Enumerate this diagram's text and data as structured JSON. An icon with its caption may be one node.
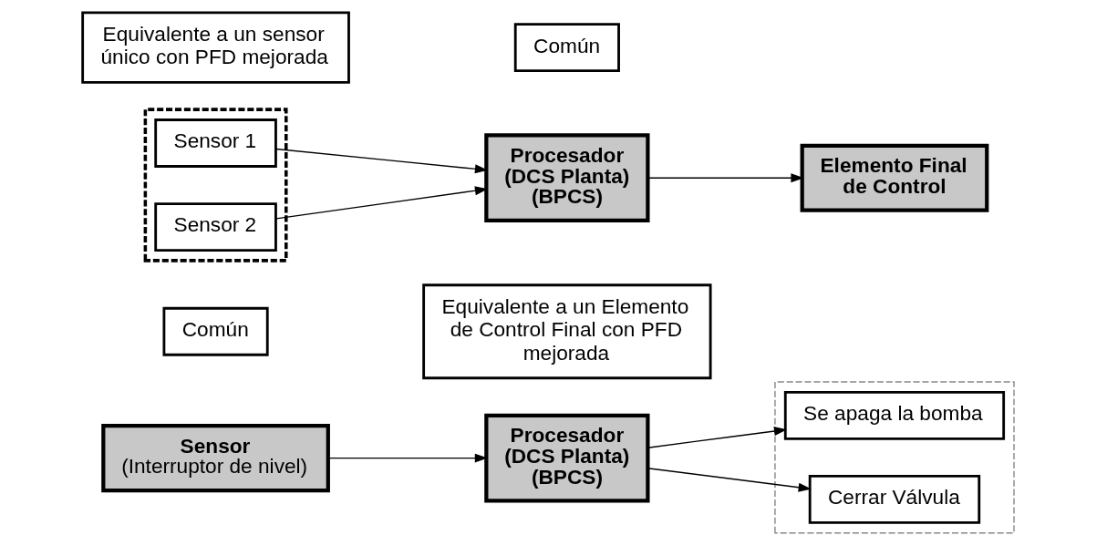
{
  "diagram": {
    "nodes": [
      {
        "text": [
          "Sensor",
          "(Interruptor de nivel)"
        ]
      },
      {
        "text": [
          "Procesador (DCS Planta) (BPCS)"
        ]
      },
      {
        "text": [],
        "shape": "box"
      },
      {
        "text": [
          "Se apaga la bomba"
        ],
        "in": 2
      },
      {
        "text": [
          "Cerrar Válvula"
        ],
        "in": 2
      },
      {
        "text": [
          "Común"
        ]
      },
      {
        "text": [
          "Equivalente a un Elemento de Control Final con PFD mejorada"
        ]
      },
      {
        "text": [],
        "shape": "box"
      },
      {
        "text": [
          "Sensor 1"
        ],
        "in": 7
      },
      {
        "text": [
          "Sensor 2"
        ],
        "in": 7
      },
      {
        "text": [
          "Equivalente a un sensor único con PFD mejorada"
        ]
      },
      {
        "text": [
          "Procesador (DCS Planta) (BPCS)"
        ]
      },
      {
        "text": [
          "Elemento Final de Control"
        ]
      },
      {
        "text": [
          "Común"
        ]
      }
    ],
    "edges": [
      {
        "from": 0,
        "to": 1,
        "arrow": "to"
      },
      {
        "from": 1,
        "to": 3,
        "arrow": "to"
      },
      {
        "from": 1,
        "to": 4,
        "arrow": "to"
      },
      {
        "from": 8,
        "to": 11,
        "arrow": "to"
      },
      {
        "from": 9,
        "to": 11,
        "arrow": "to"
      },
      {
        "from": 11,
        "to": 12,
        "arrow": "to"
      }
    ]
  }
}
